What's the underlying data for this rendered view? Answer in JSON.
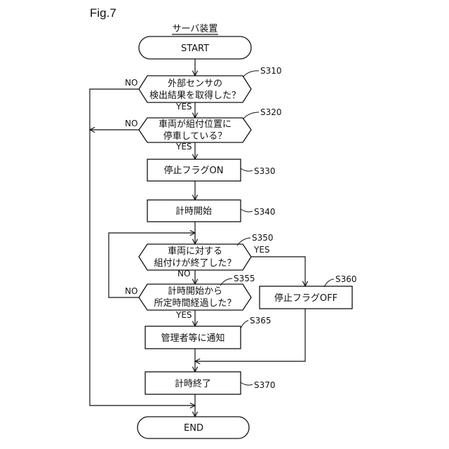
{
  "figure_label": "Fig.7",
  "header": "サーバ装置",
  "start": "START",
  "end": "END",
  "steps": {
    "s310": {
      "id": "S310",
      "line1": "外部センサの",
      "line2": "検出結果を取得した？"
    },
    "s320": {
      "id": "S320",
      "line1": "車両が組付位置に",
      "line2": "停車している？"
    },
    "s330": {
      "id": "S330",
      "text": "停止フラグON"
    },
    "s340": {
      "id": "S340",
      "text": "計時開始"
    },
    "s350": {
      "id": "S350",
      "line1": "車両に対する",
      "line2": "組付けが終了した？"
    },
    "s355": {
      "id": "S355",
      "line1": "計時開始から",
      "line2": "所定時間経過した？"
    },
    "s360": {
      "id": "S360",
      "text": "停止フラグOFF"
    },
    "s365": {
      "id": "S365",
      "text": "管理者等に通知"
    },
    "s370": {
      "id": "S370",
      "text": "計時終了"
    }
  },
  "branches": {
    "s310_no": "NO",
    "s310_yes": "YES",
    "s320_no": "NO",
    "s320_yes": "YES",
    "s350_yes": "YES",
    "s350_no": "NO",
    "s355_no": "NO",
    "s355_yes": "YES"
  }
}
